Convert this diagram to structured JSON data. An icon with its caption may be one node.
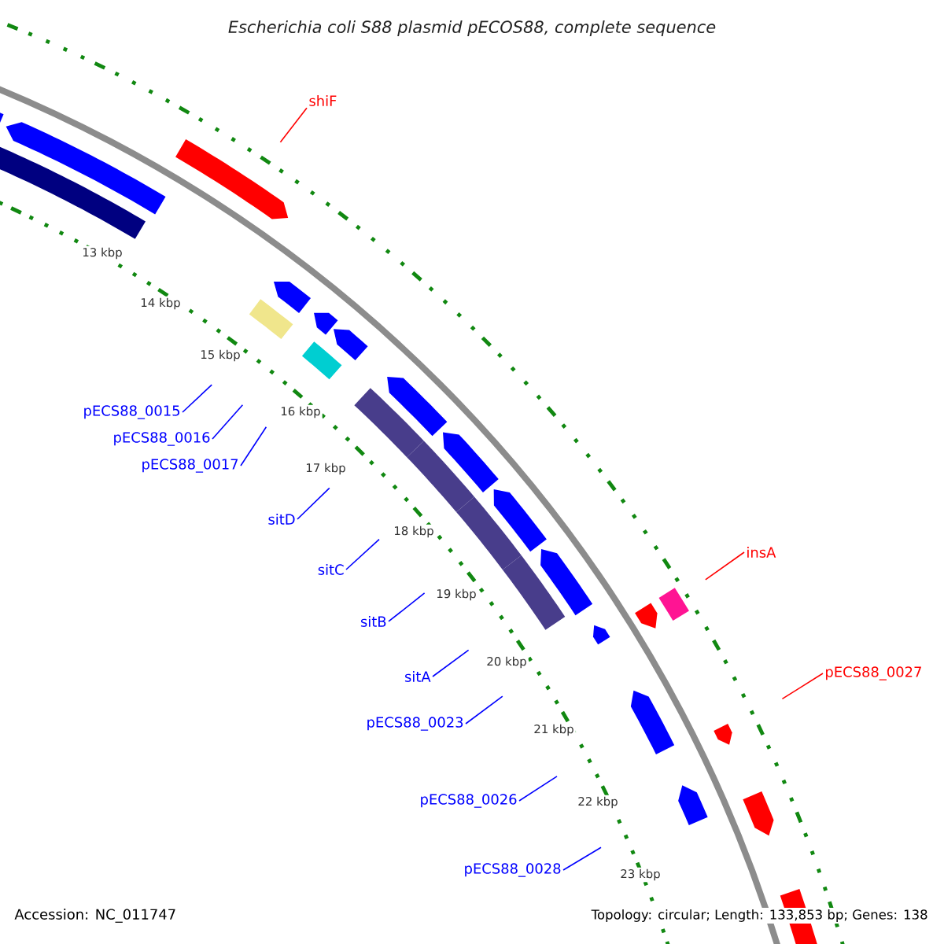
{
  "diagram": {
    "title": "Escherichia coli S88 plasmid pECOS88, complete sequence",
    "nodes": [
      {
        "text": [
          "shiF"
        ]
      },
      {
        "text": [
          "pECS88_0015"
        ]
      },
      {
        "text": [
          "pECS88_0016"
        ]
      },
      {
        "text": [
          "pECS88_0017"
        ]
      },
      {
        "text": [
          "sitD"
        ]
      },
      {
        "text": [
          "insA"
        ]
      },
      {
        "text": [
          "sitC"
        ]
      },
      {
        "text": [
          "sitB"
        ]
      },
      {
        "text": [
          "pECS88_0027"
        ]
      },
      {
        "text": [
          "sitA"
        ]
      },
      {
        "text": [
          "pECS88_0023"
        ]
      },
      {
        "text": [
          "pECS88_0026"
        ]
      },
      {
        "text": [
          "pECS88_0028"
        ]
      }
    ],
    "edges": [
      {
        "from": 0,
        "to": null,
        "arrow": "none",
        "color": "#ff0000"
      },
      {
        "from": 1,
        "to": null,
        "arrow": "none"
      },
      {
        "from": 2,
        "to": null,
        "arrow": "none"
      },
      {
        "from": 3,
        "to": null,
        "arrow": "none"
      },
      {
        "from": 4,
        "to": null,
        "arrow": "none"
      },
      {
        "from": 5,
        "to": null,
        "arrow": "none",
        "color": "#ff0000"
      },
      {
        "from": 6,
        "to": null,
        "arrow": "none"
      },
      {
        "from": 7,
        "to": null,
        "arrow": "none"
      },
      {
        "from": 8,
        "to": null,
        "arrow": "none",
        "color": "#ff0000"
      },
      {
        "from": 9,
        "to": null,
        "arrow": "none"
      },
      {
        "from": 10,
        "to": null,
        "arrow": "none"
      },
      {
        "from": 11,
        "to": null,
        "arrow": "none"
      },
      {
        "from": 12,
        "to": null,
        "arrow": "none"
      }
    ],
    "labels": [
      "13 kbp",
      "14 kbp",
      "15 kbp",
      "16 kbp",
      "17 kbp",
      "18 kbp",
      "19 kbp",
      "20 kbp",
      "21 kbp",
      "22 kbp",
      "23 kbp",
      "Accession: NC_011747",
      "Topology: circular; Length: 133,853 bp; Genes: 138"
    ]
  }
}
